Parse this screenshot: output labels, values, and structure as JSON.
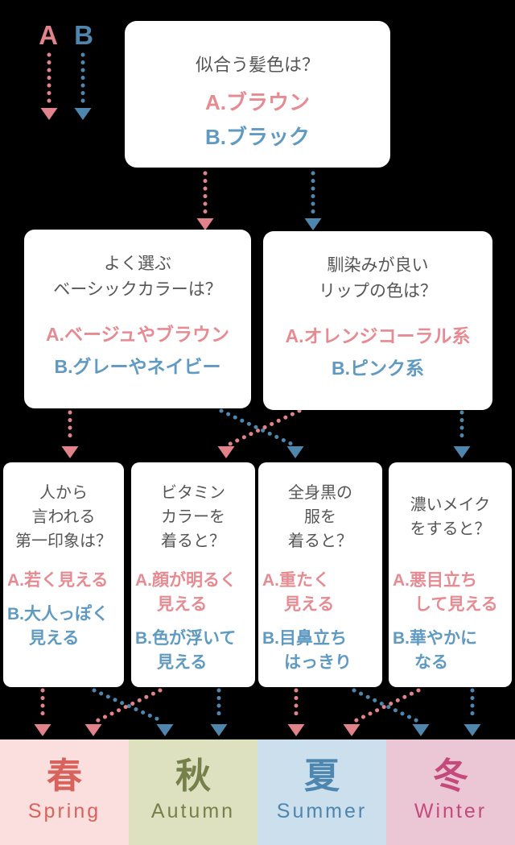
{
  "colors": {
    "background": "#000000",
    "box_bg": "#ffffff",
    "question_text": "#565656",
    "pink_text": "#e78b92",
    "blue_text": "#5f9ac2",
    "arrow_pink": "#e2838b",
    "arrow_blue": "#4e86ae",
    "spring_bg": "#fadfde",
    "spring_text": "#d8625c",
    "autumn_bg": "#dde1c0",
    "autumn_text": "#76804a",
    "summer_bg": "#cbdfed",
    "summer_text": "#4d86af",
    "winter_bg": "#ebc7d5",
    "winter_text": "#c44a7c"
  },
  "legend": {
    "a": "A",
    "b": "B"
  },
  "questions": {
    "q1": {
      "line1": "似合う髪色は？",
      "a": "A.ブラウン",
      "b": "B.ブラック"
    },
    "q2_left": {
      "line1": "よく選ぶ",
      "line2": "ベーシックカラーは？",
      "a": "A.ベージュやブラウン",
      "b": "B.グレーやネイビー"
    },
    "q2_right": {
      "line1": "馴染みが良い",
      "line2": "リップの色は？",
      "a": "A.オレンジコーラル系",
      "b": "B.ピンク系"
    },
    "q3_1": {
      "line1": "人から",
      "line2": "言われる",
      "line3": "第一印象は？",
      "a1": "A.若く見える",
      "b1": "B.大人っぽく",
      "b2": "見える"
    },
    "q3_2": {
      "line1": "ビタミン",
      "line2": "カラーを",
      "line3": "着ると？",
      "a1": "A.顔が明るく",
      "a2": "見える",
      "b1": "B.色が浮いて",
      "b2": "見える"
    },
    "q3_3": {
      "line1": "全身黒の",
      "line2": "服を",
      "line3": "着ると？",
      "a1": "A.重たく",
      "a2": "見える",
      "b1": "B.目鼻立ち",
      "b2": "はっきり"
    },
    "q3_4": {
      "line1": "濃いメイク",
      "line2": "をすると？",
      "a1": "A.悪目立ち",
      "a2": "して見える",
      "b1": "B.華やかに",
      "b2": "なる"
    }
  },
  "results": {
    "spring": {
      "kanji": "春",
      "en": "Spring"
    },
    "autumn": {
      "kanji": "秋",
      "en": "Autumn"
    },
    "summer": {
      "kanji": "夏",
      "en": "Summer"
    },
    "winter": {
      "kanji": "冬",
      "en": "Winter"
    }
  },
  "connections": [
    {
      "from": "q1",
      "answer": "A",
      "to": "q2_left"
    },
    {
      "from": "q1",
      "answer": "B",
      "to": "q2_right"
    },
    {
      "from": "q2_left",
      "answer": "A",
      "to": "q3_1"
    },
    {
      "from": "q2_left",
      "answer": "B",
      "to": "q3_3"
    },
    {
      "from": "q2_right",
      "answer": "A",
      "to": "q3_2"
    },
    {
      "from": "q2_right",
      "answer": "B",
      "to": "q3_4"
    },
    {
      "from": "q3_1",
      "answer": "A",
      "to": "spring"
    },
    {
      "from": "q3_1",
      "answer": "B",
      "to": "autumn"
    },
    {
      "from": "q3_2",
      "answer": "A",
      "to": "spring"
    },
    {
      "from": "q3_2",
      "answer": "B",
      "to": "autumn"
    },
    {
      "from": "q3_3",
      "answer": "A",
      "to": "summer"
    },
    {
      "from": "q3_3",
      "answer": "B",
      "to": "winter"
    },
    {
      "from": "q3_4",
      "answer": "A",
      "to": "summer"
    },
    {
      "from": "q3_4",
      "answer": "B",
      "to": "winter"
    }
  ]
}
